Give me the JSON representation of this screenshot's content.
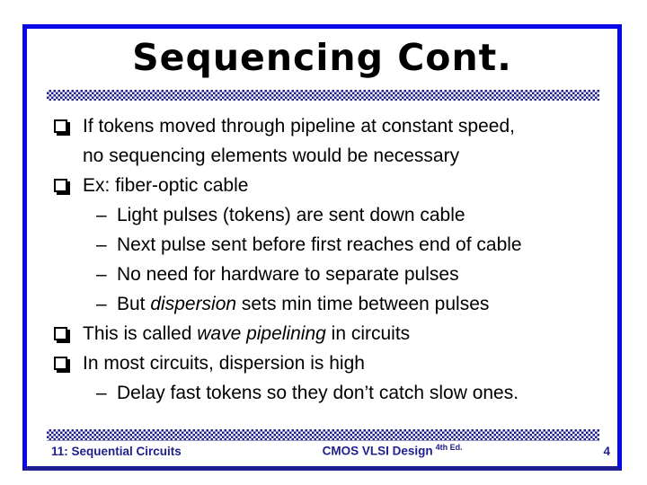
{
  "slide": {
    "title": "Sequencing Cont.",
    "bullets": [
      {
        "level": 1,
        "runs": [
          {
            "t": "If tokens moved through pipeline at constant speed,"
          },
          {
            "br": true
          },
          {
            "t": "no sequencing elements would be necessary"
          }
        ]
      },
      {
        "level": 1,
        "runs": [
          {
            "t": "Ex: fiber-optic cable"
          }
        ]
      },
      {
        "level": 2,
        "runs": [
          {
            "t": "Light pulses (tokens) are sent down cable"
          }
        ]
      },
      {
        "level": 2,
        "runs": [
          {
            "t": "Next pulse sent before first reaches end of cable"
          }
        ]
      },
      {
        "level": 2,
        "runs": [
          {
            "t": "No need for hardware to separate pulses"
          }
        ]
      },
      {
        "level": 2,
        "runs": [
          {
            "t": "But "
          },
          {
            "t": "dispersion",
            "i": true
          },
          {
            "t": " sets min time between pulses"
          }
        ]
      },
      {
        "level": 1,
        "runs": [
          {
            "t": "This is called "
          },
          {
            "t": "wave pipelining",
            "i": true
          },
          {
            "t": " in circuits"
          }
        ]
      },
      {
        "level": 1,
        "runs": [
          {
            "t": "In most circuits, dispersion is high"
          }
        ]
      },
      {
        "level": 2,
        "runs": [
          {
            "t": "Delay fast tokens so they don’t catch slow ones."
          }
        ]
      }
    ],
    "icons": {
      "square_bullet": "shadowed-white-square",
      "dash_bullet": "–"
    },
    "footer": {
      "left": "11: Sequential Circuits",
      "center": "CMOS VLSI Design",
      "center_sup": "4th Ed.",
      "page": "4"
    },
    "colors": {
      "border_blue": "#0808e6",
      "navy": "#1f1f8f",
      "text": "#000000",
      "background": "#ffffff"
    }
  }
}
